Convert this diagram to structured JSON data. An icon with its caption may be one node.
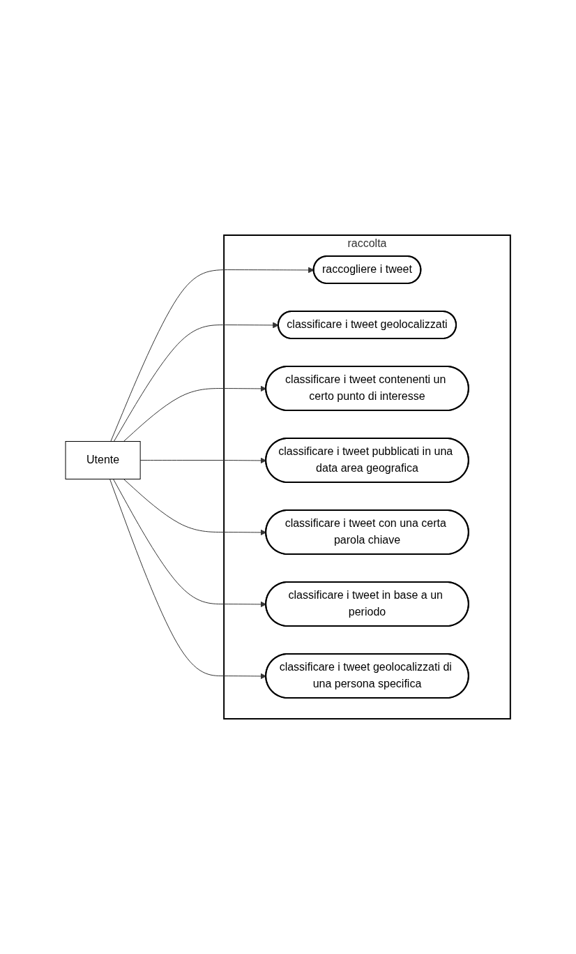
{
  "diagram": {
    "nodes": [
      {
        "text": [
          "Utente"
        ]
      },
      {
        "text": [
          "raccolta"
        ]
      },
      {
        "text": [
          "raccogliere i tweet"
        ],
        "in": 1
      },
      {
        "text": [
          "classificare i tweet geolocalizzati"
        ],
        "in": 1
      },
      {
        "text": [
          "classificare i tweet contenenti un certo punto di interesse"
        ],
        "in": 1
      },
      {
        "text": [
          "classificare i tweet pubblicati in una data area geografica"
        ],
        "in": 1
      },
      {
        "text": [
          "classificare i tweet con una certa parola chiave"
        ],
        "in": 1
      },
      {
        "text": [
          "classificare i tweet in base a un periodo"
        ],
        "in": 1
      },
      {
        "text": [
          "classificare i tweet geolocalizzati di una persona specifica"
        ],
        "in": 1
      }
    ],
    "edges": [
      {
        "from": 0,
        "to": 2,
        "arrow": "to"
      },
      {
        "from": 0,
        "to": 3,
        "arrow": "to"
      },
      {
        "from": 0,
        "to": 4,
        "arrow": "to"
      },
      {
        "from": 0,
        "to": 5,
        "arrow": "to"
      },
      {
        "from": 0,
        "to": 6,
        "arrow": "to"
      },
      {
        "from": 0,
        "to": 7,
        "arrow": "to"
      },
      {
        "from": 0,
        "to": 8,
        "arrow": "to"
      }
    ]
  }
}
